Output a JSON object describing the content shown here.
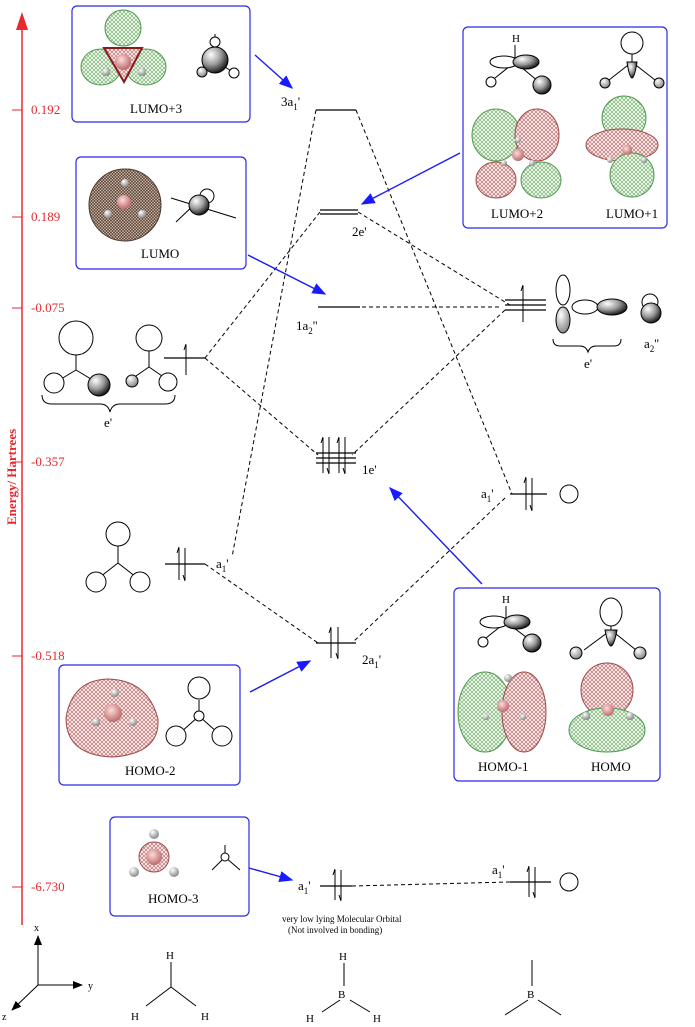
{
  "axis": {
    "title": "Energy/ Hartrees",
    "ticks": [
      "0.192",
      "0.189",
      "-0.075",
      "-0.357",
      "-0.518",
      "-6.730"
    ],
    "color": "#e8282e"
  },
  "boxes": {
    "lumo3": "LUMO+3",
    "lumo": "LUMO",
    "lumo2": "LUMO+2",
    "lumo1": "LUMO+1",
    "homo1": "HOMO-1",
    "homo": "HOMO",
    "homo2": "HOMO-2",
    "homo3": "HOMO-3",
    "h_label": "H"
  },
  "levels": {
    "a3": "3a",
    "a3_sub": "1",
    "a3_prime": "'",
    "e2": "2e'",
    "a2": "1a",
    "a2_sub": "2",
    "a2_prime": "''",
    "e1": "1e'",
    "a1_2": "2a",
    "a1_2_sub": "1",
    "a1_2_prime": "'"
  },
  "left_frag": {
    "e_label": "e'",
    "a1": "a",
    "a1_sub": "1",
    "a1_prime": "'"
  },
  "right_frag": {
    "e_label": "e'",
    "a2": "a",
    "a2_sub": "2",
    "a2_prime": "''",
    "a1": "a",
    "a1_sub": "1",
    "a1_prime": "'"
  },
  "core": {
    "left_a1": "a",
    "left_a1_sub": "1",
    "left_a1_prime": "'",
    "right_a1": "a",
    "right_a1_sub": "1",
    "right_a1_prime": "'",
    "note1": "very low lying Molecular Orbital",
    "note2": "(Not involved in bonding)"
  },
  "coords": {
    "x": "x",
    "y": "y",
    "z": "z"
  },
  "molecules": {
    "ch3": [
      "H",
      "H",
      "H"
    ],
    "bh3": [
      "H",
      "B",
      "H",
      "H"
    ],
    "b": "B"
  }
}
